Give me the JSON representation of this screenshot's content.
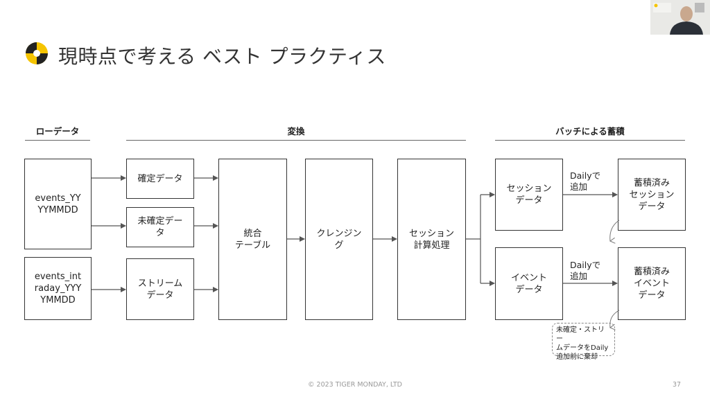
{
  "title": "現時点で考える ベスト プラクティス",
  "sections": {
    "raw": "ローデータ",
    "transform": "変換",
    "batch": "バッチによる蓄積"
  },
  "boxes": {
    "events": "events_YY\nYYMMDD",
    "events_intraday": "events_int\nraday_YYY\nYMMDD",
    "confirmed": "確定データ",
    "unconfirmed": "未確定デー\nタ",
    "stream": "ストリーム\nデータ",
    "unified": "統合\nテーブル",
    "cleansing": "クレンジン\nグ",
    "session_calc": "セッション\n計算処理",
    "session_data": "セッション\nデータ",
    "event_data": "イベント\nデータ",
    "accum_session": "蓄積済み\nセッション\nデータ",
    "accum_event": "蓄積済み\nイベント\nデータ"
  },
  "labels": {
    "daily_add_1": "Dailyで\n追加",
    "daily_add_2": "Dailyで\n追加"
  },
  "note": "未確定・ストリー\nムデータをDaily\n追加前に棄却",
  "footer": "© 2023 TIGER MONDAY, LTD",
  "page_number": "37",
  "colors": {
    "logo_yellow": "#f5c400",
    "logo_dark": "#222222",
    "line": "#555555"
  }
}
